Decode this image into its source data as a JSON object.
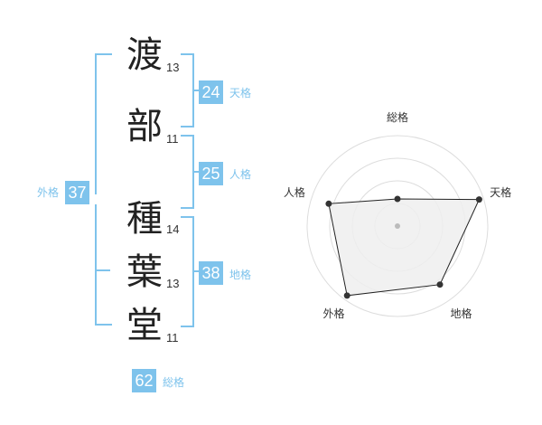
{
  "name": {
    "chars": [
      {
        "char": "渡",
        "strokes": "13"
      },
      {
        "char": "部",
        "strokes": "11"
      },
      {
        "char": "種",
        "strokes": "14"
      },
      {
        "char": "葉",
        "strokes": "13"
      },
      {
        "char": "堂",
        "strokes": "11"
      }
    ]
  },
  "kaku": {
    "tenkaku": {
      "label": "天格",
      "value": "24"
    },
    "jinkaku": {
      "label": "人格",
      "value": "25"
    },
    "chikaku": {
      "label": "地格",
      "value": "38"
    },
    "gaikaku": {
      "label": "外格",
      "value": "37"
    },
    "soukaku": {
      "label": "総格",
      "value": "62"
    }
  },
  "colors": {
    "accent": "#7ec3ec",
    "grid": "#dddddd",
    "fill": "#efefef",
    "line": "#222222"
  },
  "chart_data": {
    "type": "radar",
    "axes": [
      "総格",
      "天格",
      "地格",
      "外格",
      "人格"
    ],
    "rings": 4,
    "values": [
      0.3,
      0.95,
      0.8,
      0.95,
      0.8
    ],
    "center_label_visible": false
  }
}
